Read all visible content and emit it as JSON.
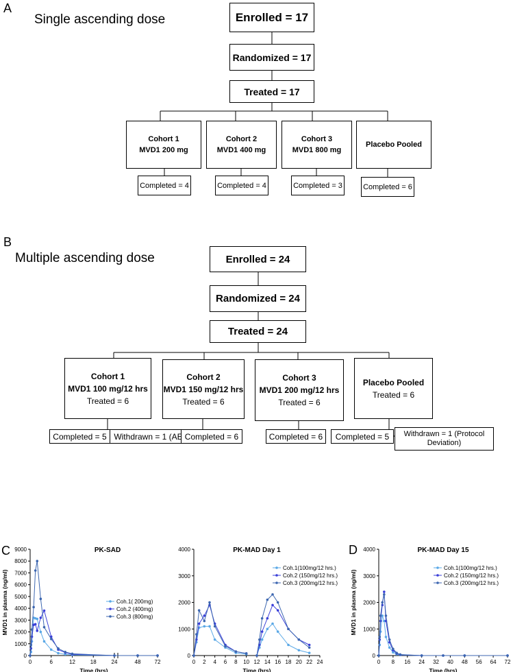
{
  "panels": {
    "a": "A",
    "b": "B",
    "c": "C",
    "d": "D"
  },
  "sad": {
    "title": "Single ascending dose",
    "enrolled": "Enrolled = 17",
    "randomized": "Randomized = 17",
    "treated": "Treated = 17",
    "cohorts": [
      {
        "name": "Cohort 1",
        "dose": "MVD1 200 mg",
        "completed": "Completed = 4"
      },
      {
        "name": "Cohort 2",
        "dose": "MVD1 400 mg",
        "completed": "Completed = 4"
      },
      {
        "name": "Cohort 3",
        "dose": "MVD1 800 mg",
        "completed": "Completed = 3"
      },
      {
        "name": "Placebo Pooled",
        "completed": "Completed = 6"
      }
    ]
  },
  "mad": {
    "title": "Multiple ascending dose",
    "enrolled": "Enrolled = 24",
    "randomized": "Randomized = 24",
    "treated": "Treated = 24",
    "cohorts": [
      {
        "name": "Cohort 1",
        "dose": "MVD1 100 mg/12 hrs",
        "treated": "Treated = 6",
        "completed": "Completed = 5",
        "withdrawn": "Withdrawn = 1 (AE)"
      },
      {
        "name": "Cohort 2",
        "dose": "MVD1 150 mg/12 hrs",
        "treated": "Treated = 6",
        "completed": "Completed = 6"
      },
      {
        "name": "Cohort 3",
        "dose": "MVD1 200 mg/12 hrs",
        "treated": "Treated = 6",
        "completed": "Completed = 6"
      },
      {
        "name": "Placebo Pooled",
        "treated": "Treated = 6",
        "completed": "Completed = 5",
        "withdrawn_1": "Withdrawn = 1 (Protocol",
        "withdrawn_2": "Deviation)"
      }
    ]
  },
  "colors": {
    "series1": "#5aa8e6",
    "series2": "#3a3fd8",
    "series3": "#3c66b0"
  },
  "chart_data": [
    {
      "type": "line",
      "title": "PK-SAD",
      "xlabel": "Time (hrs)",
      "ylabel": "MVD1 in plasma (ng/ml)",
      "xticks": [
        "0",
        "6",
        "12",
        "18",
        "24",
        "48",
        "72"
      ],
      "yticks": [
        "0",
        "1000",
        "2000",
        "3000",
        "4000",
        "5000",
        "6000",
        "7000",
        "8000",
        "9000"
      ],
      "ylim": [
        0,
        9000
      ],
      "xlim_segment1": [
        0,
        24
      ],
      "xlim_segment2": [
        24,
        72
      ],
      "axis_break": true,
      "legend_position": "right",
      "series": [
        {
          "name": "Coh.1( 200mg)",
          "x": [
            0,
            0.25,
            0.5,
            1,
            1.5,
            2,
            3,
            4,
            6,
            8,
            10,
            12,
            24,
            48,
            72
          ],
          "y": [
            0,
            300,
            1200,
            3200,
            3150,
            3100,
            2000,
            1200,
            500,
            200,
            100,
            50,
            0,
            0,
            0
          ]
        },
        {
          "name": "Coh.2 (400mg)",
          "x": [
            0,
            0.25,
            0.5,
            1,
            1.5,
            2,
            3,
            4,
            6,
            8,
            10,
            12,
            24,
            48,
            72
          ],
          "y": [
            0,
            600,
            1600,
            2600,
            2650,
            2100,
            3200,
            3800,
            1600,
            500,
            250,
            100,
            0,
            0,
            0
          ]
        },
        {
          "name": "Coh.3 (800mg)",
          "x": [
            0,
            0.25,
            0.5,
            1,
            1.5,
            2,
            3,
            4,
            6,
            8,
            10,
            12,
            24,
            48,
            72
          ],
          "y": [
            0,
            900,
            2200,
            4100,
            7200,
            8000,
            4800,
            2400,
            1400,
            600,
            300,
            150,
            0,
            0,
            0
          ]
        }
      ]
    },
    {
      "type": "line",
      "title": "PK-MAD Day 1",
      "xlabel": "Time (hrs)",
      "ylabel": "MVD1 in plasma (ng/ml)",
      "xticks": [
        "0",
        "2",
        "4",
        "6",
        "8",
        "10",
        "12",
        "14",
        "16",
        "18",
        "20",
        "22",
        "24"
      ],
      "yticks": [
        "0",
        "1000",
        "2000",
        "3000",
        "4000"
      ],
      "xlim": [
        0,
        24
      ],
      "ylim": [
        0,
        4000
      ],
      "legend_position": "top-right",
      "series": [
        {
          "name": "Coh.1(100mg/12 hrs.)",
          "x": [
            0,
            0.5,
            1,
            2,
            3,
            4,
            6,
            8,
            10,
            12,
            12.5,
            13,
            14,
            15,
            16,
            18,
            20,
            22
          ],
          "y": [
            0,
            500,
            1050,
            1100,
            1100,
            600,
            300,
            100,
            50,
            0,
            300,
            600,
            1000,
            1200,
            900,
            400,
            200,
            100
          ]
        },
        {
          "name": "Coh.2 (150mg/12 hrs.)",
          "x": [
            0,
            0.5,
            1,
            2,
            3,
            4,
            6,
            8,
            10,
            12,
            12.5,
            13,
            14,
            15,
            16,
            18,
            20,
            22
          ],
          "y": [
            0,
            600,
            1200,
            1500,
            1900,
            1200,
            400,
            150,
            80,
            0,
            400,
            900,
            1400,
            1900,
            1700,
            1000,
            600,
            400
          ]
        },
        {
          "name": "Coh.3 (200mg/12 hrs.)",
          "x": [
            0,
            0.5,
            1,
            2,
            3,
            4,
            6,
            8,
            10,
            12,
            12.5,
            13,
            14,
            15,
            16,
            18,
            20,
            22
          ],
          "y": [
            0,
            800,
            1700,
            1300,
            2000,
            1100,
            350,
            150,
            80,
            0,
            600,
            1400,
            2100,
            2300,
            2000,
            1000,
            600,
            300
          ]
        }
      ]
    },
    {
      "type": "line",
      "title": "PK-MAD Day 15",
      "xlabel": "Time (hrs)",
      "ylabel": "MVD1 in plasma (ng/ml)",
      "xticks": [
        "0",
        "8",
        "16",
        "24",
        "32",
        "40",
        "48",
        "56",
        "64",
        "72"
      ],
      "yticks": [
        "0",
        "1000",
        "2000",
        "3000",
        "4000"
      ],
      "xlim": [
        0,
        72
      ],
      "ylim": [
        0,
        4000
      ],
      "legend_position": "top-right",
      "series": [
        {
          "name": "Coh.1(100mg/12 hrs.)",
          "x": [
            0,
            0.5,
            1,
            2,
            3,
            4,
            6,
            8,
            10,
            12,
            24,
            36,
            48,
            72
          ],
          "y": [
            0,
            400,
            900,
            1500,
            1300,
            700,
            300,
            120,
            50,
            20,
            0,
            0,
            0,
            0
          ]
        },
        {
          "name": "Coh.2 (150mg/12 hrs.)",
          "x": [
            0,
            0.5,
            1,
            2,
            3,
            4,
            6,
            8,
            10,
            12,
            24,
            36,
            48,
            72
          ],
          "y": [
            0,
            600,
            1300,
            1900,
            2400,
            1300,
            500,
            200,
            80,
            30,
            0,
            0,
            0,
            0
          ]
        },
        {
          "name": "Coh.3 (200mg/12 hrs.)",
          "x": [
            0,
            0.5,
            1,
            2,
            3,
            4,
            6,
            8,
            10,
            12,
            24,
            36,
            48,
            72
          ],
          "y": [
            0,
            700,
            1500,
            2000,
            2300,
            1500,
            600,
            250,
            100,
            40,
            0,
            0,
            0,
            0
          ]
        }
      ]
    }
  ]
}
